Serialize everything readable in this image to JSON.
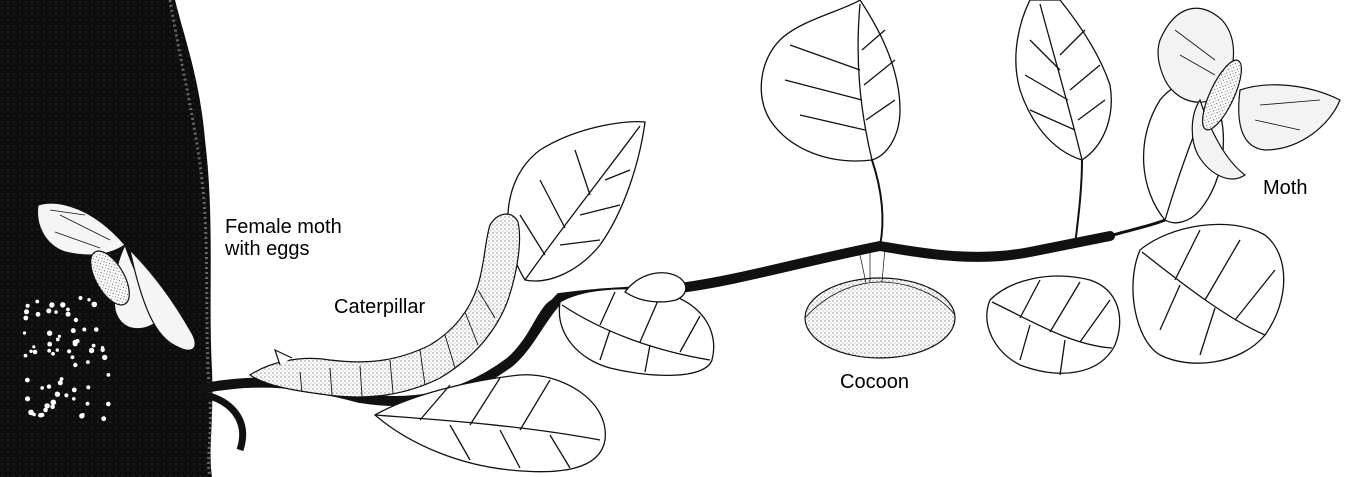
{
  "labels": {
    "female_moth_line1": "Female moth",
    "female_moth_line2": "with eggs",
    "caterpillar": "Caterpillar",
    "cocoon": "Cocoon",
    "moth": "Moth"
  },
  "colors": {
    "ink": "#000000",
    "paper": "#ffffff",
    "bark": "#0d0d0d"
  },
  "figures": [
    "tree-trunk",
    "female-moth",
    "eggs",
    "branch",
    "caterpillar",
    "cocoon",
    "moth",
    "leaves"
  ]
}
